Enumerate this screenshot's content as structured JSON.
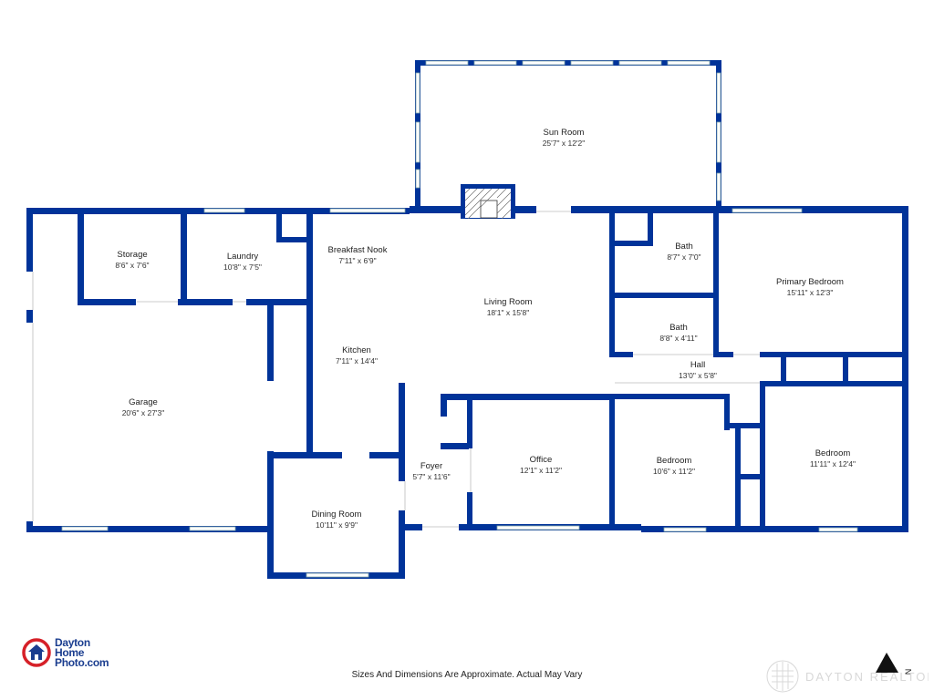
{
  "rooms": [
    {
      "id": "sun-room",
      "name": "Sun Room",
      "dims": "25'7\" x 12'2\""
    },
    {
      "id": "storage",
      "name": "Storage",
      "dims": "8'6\" x 7'6\""
    },
    {
      "id": "laundry",
      "name": "Laundry",
      "dims": "10'8\" x 7'5\""
    },
    {
      "id": "breakfast-nook",
      "name": "Breakfast Nook",
      "dims": "7'11\" x 6'9\""
    },
    {
      "id": "living-room",
      "name": "Living Room",
      "dims": "18'1\" x 15'8\""
    },
    {
      "id": "bath-1",
      "name": "Bath",
      "dims": "8'7\" x 7'0\""
    },
    {
      "id": "primary-bedroom",
      "name": "Primary Bedroom",
      "dims": "15'11\" x 12'3\""
    },
    {
      "id": "bath-2",
      "name": "Bath",
      "dims": "8'8\" x 4'11\""
    },
    {
      "id": "kitchen",
      "name": "Kitchen",
      "dims": "7'11\" x 14'4\""
    },
    {
      "id": "hall",
      "name": "Hall",
      "dims": "13'0\" x 5'8\""
    },
    {
      "id": "garage",
      "name": "Garage",
      "dims": "20'6\" x 27'3\""
    },
    {
      "id": "bedroom-2",
      "name": "Bedroom",
      "dims": "11'11\" x 12'4\""
    },
    {
      "id": "office",
      "name": "Office",
      "dims": "12'1\" x 11'2\""
    },
    {
      "id": "bedroom-1",
      "name": "Bedroom",
      "dims": "10'6\" x 11'2\""
    },
    {
      "id": "foyer",
      "name": "Foyer",
      "dims": "5'7\" x 11'6\""
    },
    {
      "id": "dining-room",
      "name": "Dining Room",
      "dims": "10'11\" x 9'9\""
    }
  ],
  "footer": {
    "note": "Sizes And Dimensions Are Approximate. Actual May Vary"
  },
  "logo": {
    "line1": "Dayton",
    "line2": "Home",
    "line3": "Photo.com"
  },
  "watermark": {
    "text": "DAYTON REALTORS"
  },
  "compass": {
    "label": "N"
  },
  "colors": {
    "wall": "#003399",
    "logo_red": "#d62028",
    "logo_blue": "#1a3d8f"
  }
}
